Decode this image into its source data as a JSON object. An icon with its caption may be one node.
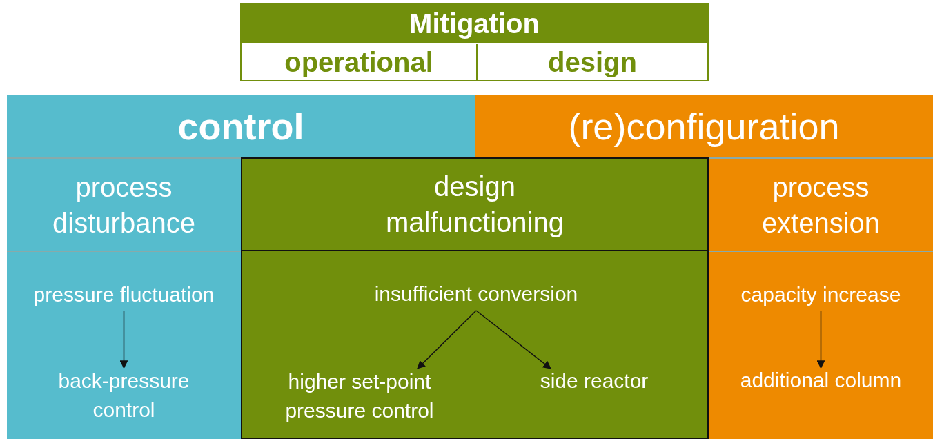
{
  "diagram": {
    "nodes": [
      {
        "text": [
          "Mitigation"
        ]
      },
      {
        "text": [
          "operational"
        ],
        "in": 0
      },
      {
        "text": [
          "design"
        ],
        "in": 0
      },
      {
        "text": [
          "control"
        ]
      },
      {
        "text": [
          "(re)configuration"
        ]
      },
      {
        "text": [
          "process disturbance"
        ]
      },
      {
        "text": [
          "design malfunctioning"
        ]
      },
      {
        "text": [
          "process extension"
        ]
      },
      {
        "text": [],
        "shape": "box"
      },
      {
        "text": [
          "pressure fluctuation"
        ],
        "in": 8
      },
      {
        "text": [
          "back-pressure control"
        ],
        "in": 8
      },
      {
        "text": [],
        "shape": "box"
      },
      {
        "text": [
          "insufficient conversion"
        ],
        "in": 11
      },
      {
        "text": [
          "higher set-point pressure control"
        ],
        "in": 11
      },
      {
        "text": [
          "side reactor"
        ],
        "in": 11
      },
      {
        "text": [],
        "shape": "box"
      },
      {
        "text": [
          "capacity increase"
        ],
        "in": 15
      },
      {
        "text": [
          "additional column"
        ],
        "in": 15
      }
    ],
    "edges": [
      {
        "from": 9,
        "to": 10,
        "arrow": "to"
      },
      {
        "from": 12,
        "to": 13,
        "arrow": "to"
      },
      {
        "from": 12,
        "to": 14,
        "arrow": "to"
      },
      {
        "from": 16,
        "to": 17,
        "arrow": "to"
      }
    ]
  }
}
